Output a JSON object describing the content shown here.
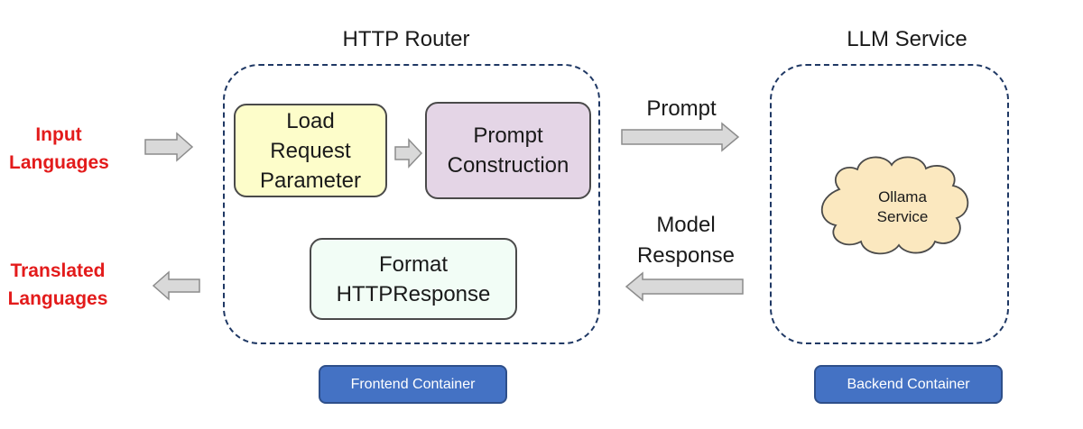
{
  "titles": {
    "router": "HTTP Router",
    "service": "LLM Service"
  },
  "inputs": {
    "line1": "Input",
    "line2": "Languages"
  },
  "outputs": {
    "line1": "Translated",
    "line2": "Languages"
  },
  "boxes": {
    "load": [
      "Load",
      "Request",
      "Parameter"
    ],
    "prompt": [
      "Prompt",
      "Construction"
    ],
    "format": [
      "Format",
      "HTTPResponse"
    ]
  },
  "edges": {
    "prompt": "Prompt",
    "response_line1": "Model",
    "response_line2": "Response"
  },
  "cloud": {
    "line1": "Ollama",
    "line2": "Service"
  },
  "badges": {
    "frontend": "Frontend Container",
    "backend": "Backend Container"
  },
  "colors": {
    "load_fill": "#fdfdca",
    "prompt_fill": "#e4d5e6",
    "format_fill": "#f2fdf6",
    "cloud_fill": "#fbe8bf",
    "badge_fill": "#4472c4",
    "label_red": "#e31b1b",
    "frame": "#1f3864"
  }
}
